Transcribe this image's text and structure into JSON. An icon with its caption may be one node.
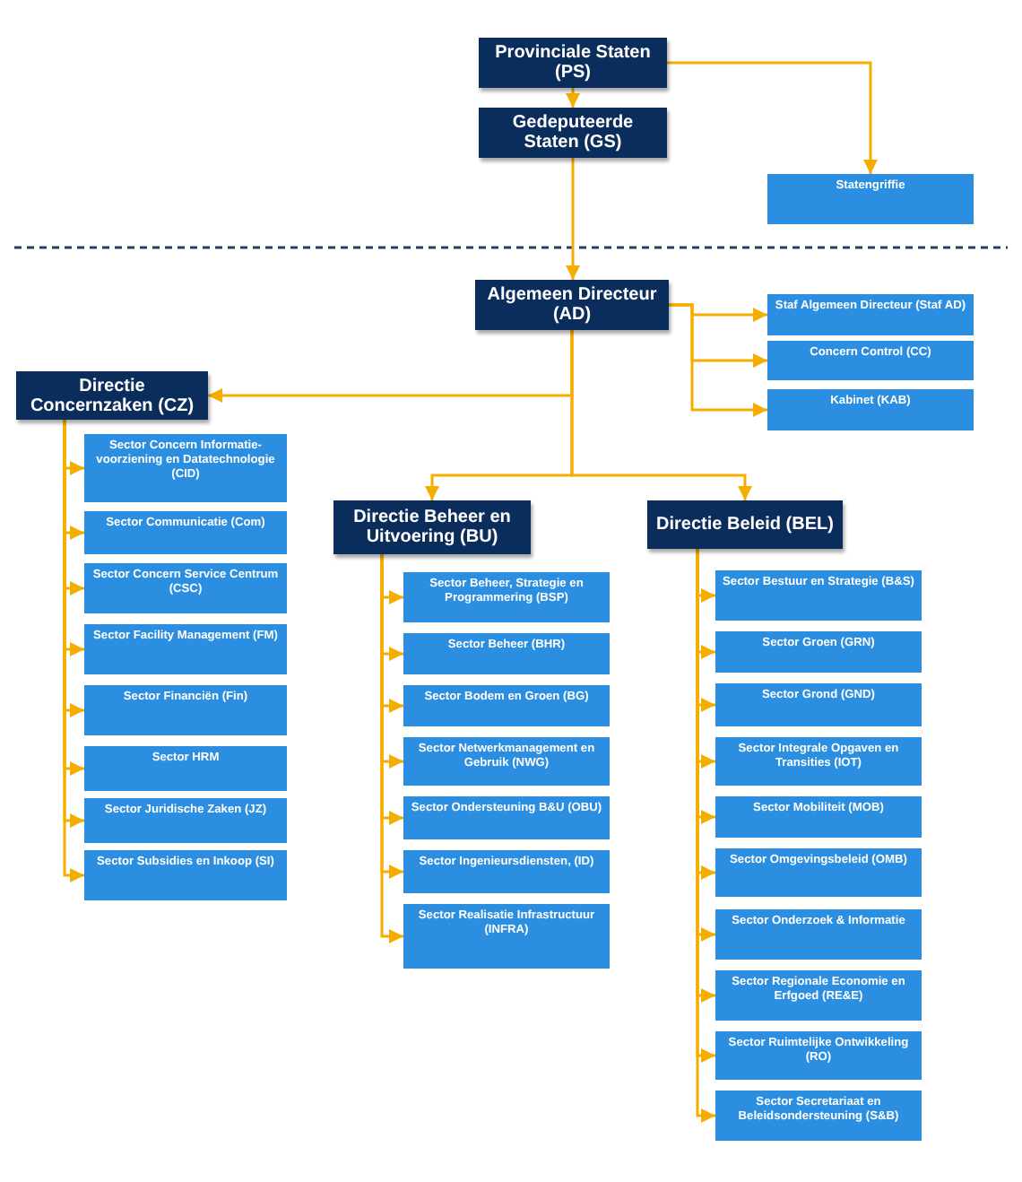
{
  "diagram": {
    "nodes": [
      {
        "text": [
          "Provinciale Staten (PS)"
        ]
      },
      {
        "text": [
          "Gedeputeerde Staten (GS)"
        ]
      },
      {
        "text": [
          "Statengriffie"
        ]
      },
      {
        "text": [
          "Algemeen Directeur (AD)"
        ]
      },
      {
        "text": [
          "Staf Algemeen Directeur (Staf AD)"
        ]
      },
      {
        "text": [
          "Concern Control (CC)"
        ]
      },
      {
        "text": [
          "Kabinet (KAB)"
        ]
      },
      {
        "text": [
          "Directie Concernzaken (CZ)"
        ]
      },
      {
        "text": [
          "Sector Concern Informatie-voorziening en Datatechnologie (CID)"
        ]
      },
      {
        "text": [
          "Sector Communicatie (Com)"
        ]
      },
      {
        "text": [
          "Sector Concern Service Centrum (CSC)"
        ]
      },
      {
        "text": [
          "Sector Facility Management (FM)"
        ]
      },
      {
        "text": [
          "Sector Financiën (Fin)"
        ]
      },
      {
        "text": [
          "Sector HRM"
        ]
      },
      {
        "text": [
          "Sector Juridische Zaken (JZ)"
        ]
      },
      {
        "text": [
          "Sector Subsidies en Inkoop (SI)"
        ]
      },
      {
        "text": [
          "Directie Beheer en Uitvoering (BU)"
        ]
      },
      {
        "text": [
          "Sector Beheer, Strategie en Programmering (BSP)"
        ]
      },
      {
        "text": [
          "Sector Beheer (BHR)"
        ]
      },
      {
        "text": [
          "Sector Bodem en Groen (BG)"
        ]
      },
      {
        "text": [
          "Sector Netwerkmanagement en Gebruik (NWG)"
        ]
      },
      {
        "text": [
          "Sector Ondersteuning B&U (OBU)"
        ]
      },
      {
        "text": [
          "Sector Ingenieursdiensten, (ID)"
        ]
      },
      {
        "text": [
          "Sector Realisatie Infrastructuur (INFRA)"
        ]
      },
      {
        "text": [
          "Directie Beleid (BEL)"
        ]
      },
      {
        "text": [
          "Sector Bestuur en Strategie (B&S)"
        ]
      },
      {
        "text": [
          "Sector Groen (GRN)"
        ]
      },
      {
        "text": [
          "Sector Grond (GND)"
        ]
      },
      {
        "text": [
          "Sector Integrale Opgaven en Transities (IOT)"
        ]
      },
      {
        "text": [
          "Sector Mobiliteit (MOB)"
        ]
      },
      {
        "text": [
          "Sector Omgevingsbeleid (OMB)"
        ]
      },
      {
        "text": [
          "Sector Onderzoek & Informatie"
        ]
      },
      {
        "text": [
          "Sector Regionale Economie en Erfgoed (RE&E)"
        ]
      },
      {
        "text": [
          "Sector Ruimtelijke Ontwikkeling (RO)"
        ]
      },
      {
        "text": [
          "Sector Secretariaat en Beleidsondersteuning (S&B)"
        ]
      }
    ],
    "edges": [
      {
        "from": 0,
        "to": 1,
        "arrow": "to"
      },
      {
        "from": 0,
        "to": 2,
        "arrow": "to"
      },
      {
        "from": 1,
        "to": 3,
        "arrow": "to"
      },
      {
        "from": 3,
        "to": 4,
        "arrow": "to"
      },
      {
        "from": 3,
        "to": 5,
        "arrow": "to"
      },
      {
        "from": 3,
        "to": 6,
        "arrow": "to"
      },
      {
        "from": 3,
        "to": 7,
        "arrow": "to"
      },
      {
        "from": 7,
        "to": 8,
        "arrow": "to"
      },
      {
        "from": 7,
        "to": 9,
        "arrow": "to"
      },
      {
        "from": 7,
        "to": 10,
        "arrow": "to"
      },
      {
        "from": 7,
        "to": 11,
        "arrow": "to"
      },
      {
        "from": 7,
        "to": 12,
        "arrow": "to"
      },
      {
        "from": 7,
        "to": 13,
        "arrow": "to"
      },
      {
        "from": 7,
        "to": 14,
        "arrow": "to"
      },
      {
        "from": 7,
        "to": 15,
        "arrow": "to"
      },
      {
        "from": 3,
        "to": 16,
        "arrow": "to"
      },
      {
        "from": 16,
        "to": 17,
        "arrow": "to"
      },
      {
        "from": 16,
        "to": 18,
        "arrow": "to"
      },
      {
        "from": 16,
        "to": 19,
        "arrow": "to"
      },
      {
        "from": 16,
        "to": 20,
        "arrow": "to"
      },
      {
        "from": 16,
        "to": 21,
        "arrow": "to"
      },
      {
        "from": 16,
        "to": 22,
        "arrow": "to"
      },
      {
        "from": 16,
        "to": 23,
        "arrow": "to"
      },
      {
        "from": 3,
        "to": 24,
        "arrow": "to"
      },
      {
        "from": 24,
        "to": 25,
        "arrow": "to"
      },
      {
        "from": 24,
        "to": 26,
        "arrow": "to"
      },
      {
        "from": 24,
        "to": 27,
        "arrow": "to"
      },
      {
        "from": 24,
        "to": 28,
        "arrow": "to"
      },
      {
        "from": 24,
        "to": 29,
        "arrow": "to"
      },
      {
        "from": 24,
        "to": 30,
        "arrow": "to"
      },
      {
        "from": 24,
        "to": 31,
        "arrow": "to"
      },
      {
        "from": 24,
        "to": 32,
        "arrow": "to"
      },
      {
        "from": 24,
        "to": 33,
        "arrow": "to"
      },
      {
        "from": 24,
        "to": 34,
        "arrow": "to"
      }
    ]
  }
}
